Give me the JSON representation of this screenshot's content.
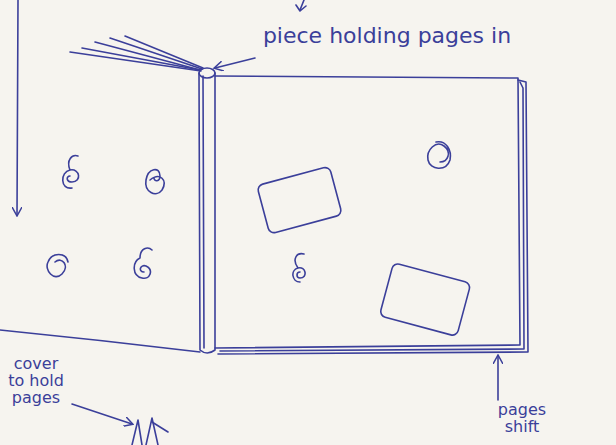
{
  "diagram": {
    "labels": [
      "piece holding pages in",
      "cover to hold pages",
      "pages shift"
    ]
  }
}
